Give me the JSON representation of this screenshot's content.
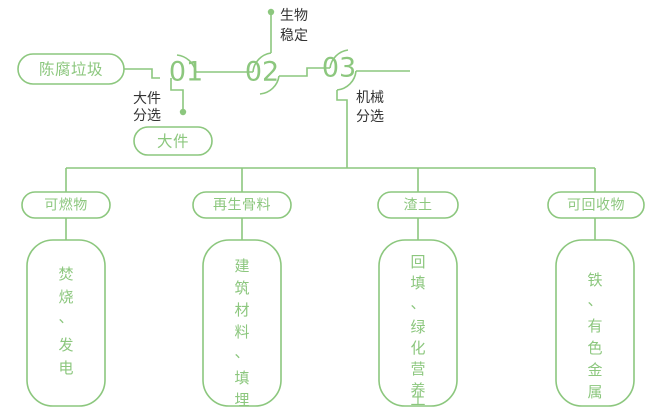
{
  "diagram": {
    "type": "process-flowchart",
    "title_text": "",
    "colors": {
      "line": "#8cc77e",
      "accent": "#8cc77e",
      "caption_text": "#333333",
      "background": "#ffffff"
    }
  },
  "source": {
    "label": "陈腐垃圾"
  },
  "steps": [
    {
      "number": "01",
      "caption_line1": "大件",
      "caption_line2": "分选"
    },
    {
      "number": "02",
      "caption_line1": "生物",
      "caption_line2": "稳定"
    },
    {
      "number": "03",
      "caption_line1": "机械",
      "caption_line2": "分选"
    }
  ],
  "side_output": {
    "label": "大件"
  },
  "outputs": [
    {
      "pill": "可燃物",
      "detail_lines": [
        "焚",
        "烧",
        "、",
        "发",
        "电"
      ],
      "detail_text": "焚烧、发电"
    },
    {
      "pill": "再生骨料",
      "detail_lines": [
        "建",
        "筑",
        "材",
        "料",
        "、",
        "填",
        "埋"
      ],
      "detail_text": "建筑材料、填埋"
    },
    {
      "pill": "渣土",
      "detail_lines": [
        "回",
        "填",
        "、",
        "绿",
        "化",
        "营",
        "养",
        "土"
      ],
      "detail_text": "回填、绿化营养土"
    },
    {
      "pill": "可回收物",
      "detail_lines": [
        "铁",
        "、",
        "有",
        "色",
        "金",
        "属"
      ],
      "detail_text": "铁、有色金属"
    }
  ]
}
